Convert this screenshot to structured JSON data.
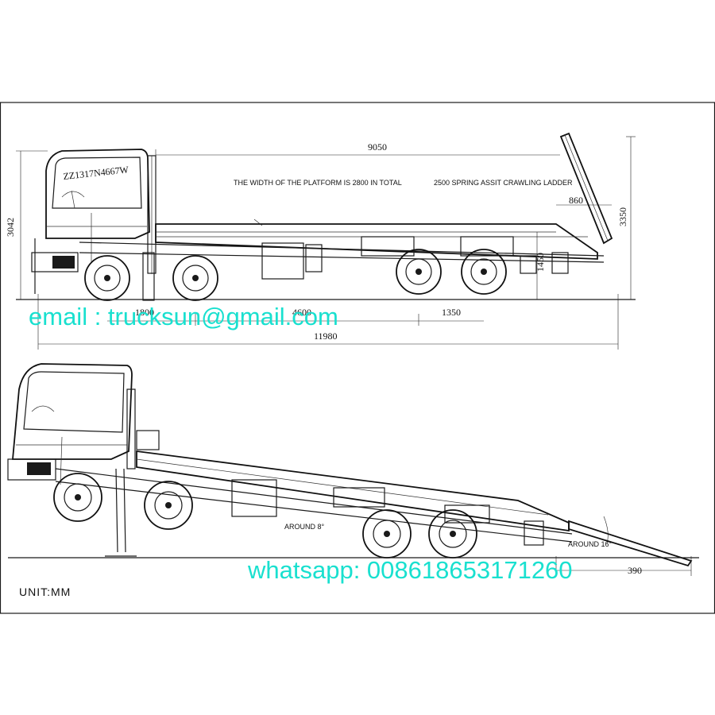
{
  "model": "ZZ1317N4667W",
  "notes": {
    "platform_width": "THE WIDTH OF THE PLATFORM IS 2800 IN TOTAL",
    "ladder": "2500 SPRING ASSIT CRAWLING LADDER"
  },
  "dimensions": {
    "overall_length": "11980",
    "platform_length": "9050",
    "height": "3042",
    "ladder_height": "3350",
    "ladder_offset": "860",
    "wheelbase_front": "1800",
    "wheelbase_mid": "4600",
    "rear_tandem": "1350",
    "platform_height": "1450",
    "bottom_dim": "390"
  },
  "angles": {
    "platform_tilt": "AROUND 8°",
    "ladder_angle": "AROUND 16°"
  },
  "unit_label": "UNIT:MM",
  "watermarks": {
    "email": "email : trucksun@gmail.com",
    "whatsapp": "whatsapp: 008618653171260"
  },
  "colors": {
    "watermark": "#19e0cf",
    "lines": "#1a1a1a"
  }
}
